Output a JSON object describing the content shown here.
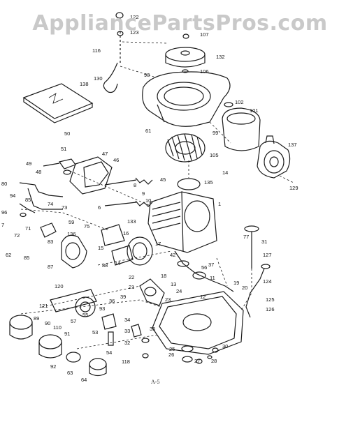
{
  "watermark": "AppliancePartsPros.com",
  "page_code": "A-5",
  "colors": {
    "ink": "#1a1a1a",
    "watermark": "#c9c9c9",
    "background": "#ffffff"
  },
  "callouts": [
    "122",
    "123",
    "107",
    "116",
    "132",
    "106",
    "130",
    "98",
    "138",
    "102",
    "101",
    "61",
    "99",
    "50",
    "47",
    "46",
    "51",
    "49",
    "48",
    "105",
    "14",
    "137",
    "45",
    "135",
    "129",
    "80",
    "94",
    "85",
    "74",
    "73",
    "7",
    "8",
    "9",
    "10",
    "1",
    "96",
    "6",
    "75",
    "133",
    "59",
    "72",
    "71",
    "83",
    "136",
    "16",
    "62",
    "85",
    "87",
    "88",
    "15",
    "14",
    "42",
    "77",
    "31",
    "17",
    "56",
    "37",
    "127",
    "124",
    "12",
    "13",
    "11",
    "19",
    "18",
    "20",
    "22",
    "21",
    "23",
    "120",
    "125",
    "126",
    "121",
    "93",
    "36",
    "39",
    "24",
    "57",
    "53",
    "55",
    "34",
    "35",
    "33",
    "89",
    "90",
    "91",
    "110",
    "92",
    "63",
    "64",
    "54",
    "32",
    "118",
    "25",
    "26",
    "27",
    "28",
    "30"
  ]
}
